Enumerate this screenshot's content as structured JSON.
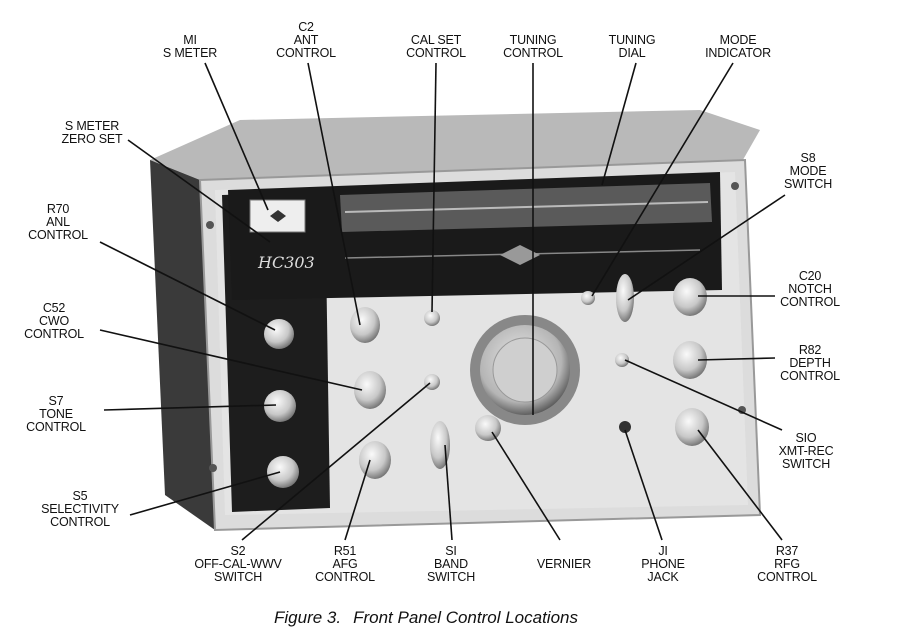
{
  "callouts": {
    "m1": [
      "MI",
      "S METER"
    ],
    "c2": [
      "C2",
      "ANT",
      "CONTROL"
    ],
    "cal_set": [
      "CAL SET",
      "CONTROL"
    ],
    "tuning_control": [
      "TUNING",
      "CONTROL"
    ],
    "tuning_dial": [
      "TUNING",
      "DIAL"
    ],
    "mode_indicator": [
      "MODE",
      "INDICATOR"
    ],
    "s_meter_zero": [
      "S METER",
      "ZERO SET"
    ],
    "r70": [
      "R70",
      "ANL",
      "CONTROL"
    ],
    "c52": [
      "C52",
      "CWO",
      "CONTROL"
    ],
    "s7": [
      "S7",
      "TONE",
      "CONTROL"
    ],
    "s5": [
      "S5",
      "SELECTIVITY",
      "CONTROL"
    ],
    "s8": [
      "S8",
      "MODE",
      "SWITCH"
    ],
    "c20": [
      "C20",
      "NOTCH",
      "CONTROL"
    ],
    "r82": [
      "R82",
      "DEPTH",
      "CONTROL"
    ],
    "s10": [
      "SIO",
      "XMT-REC",
      "SWITCH"
    ],
    "s2": [
      "S2",
      "OFF-CAL-WWV",
      "SWITCH"
    ],
    "r51": [
      "R51",
      "AFG",
      "CONTROL"
    ],
    "s1": [
      "SI",
      "BAND",
      "SWITCH"
    ],
    "vernier": [
      "VERNIER"
    ],
    "j1": [
      "JI",
      "PHONE",
      "JACK"
    ],
    "r37": [
      "R37",
      "RFG",
      "CONTROL"
    ]
  },
  "radio_logo": "HC303",
  "caption": {
    "number": "Figure 3.",
    "title": "Front Panel Control Locations"
  }
}
